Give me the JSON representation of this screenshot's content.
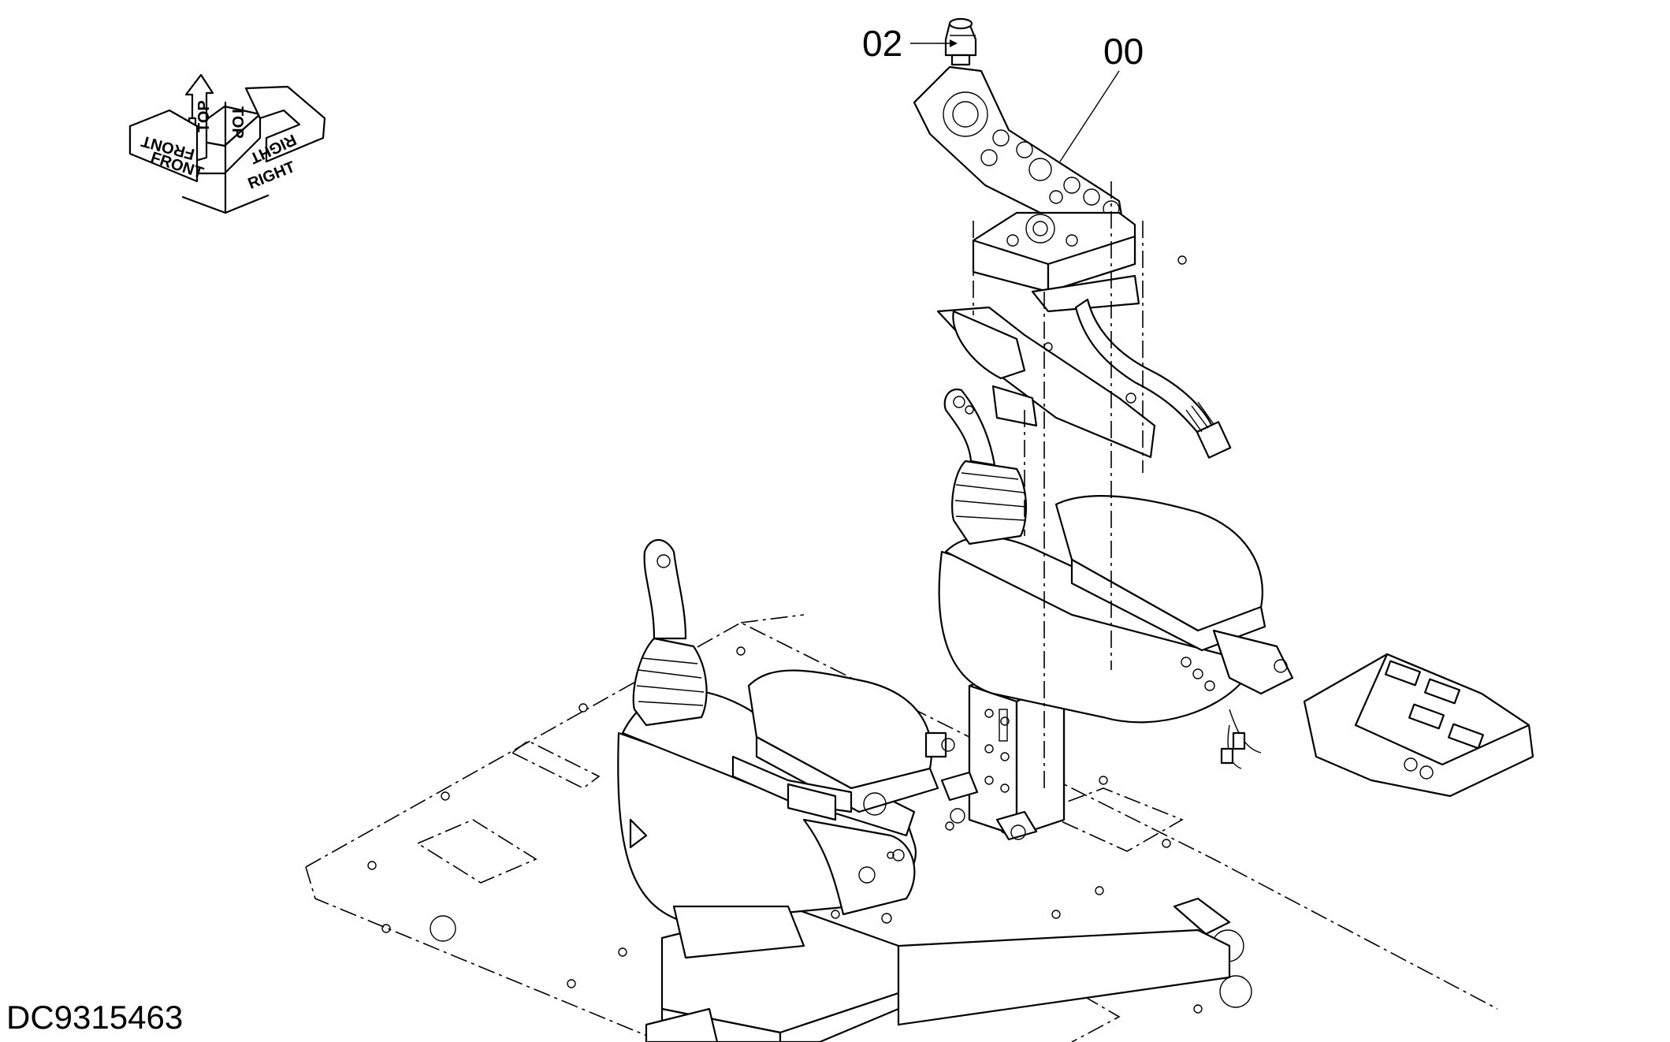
{
  "callouts": [
    {
      "id": "02",
      "label": "02"
    },
    {
      "id": "00",
      "label": "00"
    }
  ],
  "orientation_marker": {
    "front": "FRONT",
    "top": "TOP",
    "right": "RIGHT"
  },
  "drawing_id": "DC9315463"
}
